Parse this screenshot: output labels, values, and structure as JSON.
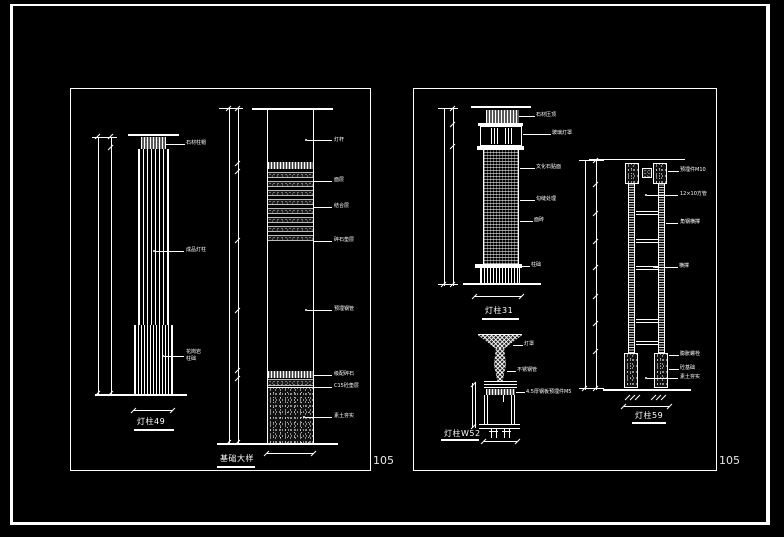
{
  "colors": {
    "background": "#000000",
    "line": "#ffffff"
  },
  "left_sheet": {
    "page_number": "105",
    "lamp_column": {
      "title": "灯柱49",
      "cap_label": "石材柱帽",
      "shaft_label": "成品灯柱",
      "base_label_1": "花岗岩",
      "base_label_2": "柱础"
    },
    "foundation_section": {
      "title": "基础大样",
      "pole_label": "灯杆",
      "surface_label": "面层",
      "binder_label": "结合层",
      "gravel_label": "碎石垫层",
      "sleeve_label": "预埋钢管",
      "subbase_label": "级配碎石",
      "concrete_label": "C15砼垫层",
      "soil_label": "素土夯实"
    }
  },
  "right_sheet": {
    "page_number": "105",
    "stone_column": {
      "title": "灯柱31",
      "cap_label": "石材压顶",
      "lantern_label": "玻璃灯罩",
      "tile_label": "文化石贴面",
      "joint_label": "勾缝处理",
      "brick_label": "面砖",
      "plinth_label": "柱础"
    },
    "torch_column": {
      "title": "灯柱W52",
      "shade_label": "灯罩",
      "stem_label": "不锈钢管",
      "plate_label": "4.5厚钢板预埋件M5"
    },
    "frame_section": {
      "title": "灯柱59",
      "embed_label": "预埋件M10",
      "tube_label": "12×10方管",
      "brace_label": "角钢横撑",
      "rung_label": "横撑",
      "anchor_label": "膨胀螺栓",
      "footing_label": "砼基础",
      "soil_label": "素土夯实"
    }
  }
}
